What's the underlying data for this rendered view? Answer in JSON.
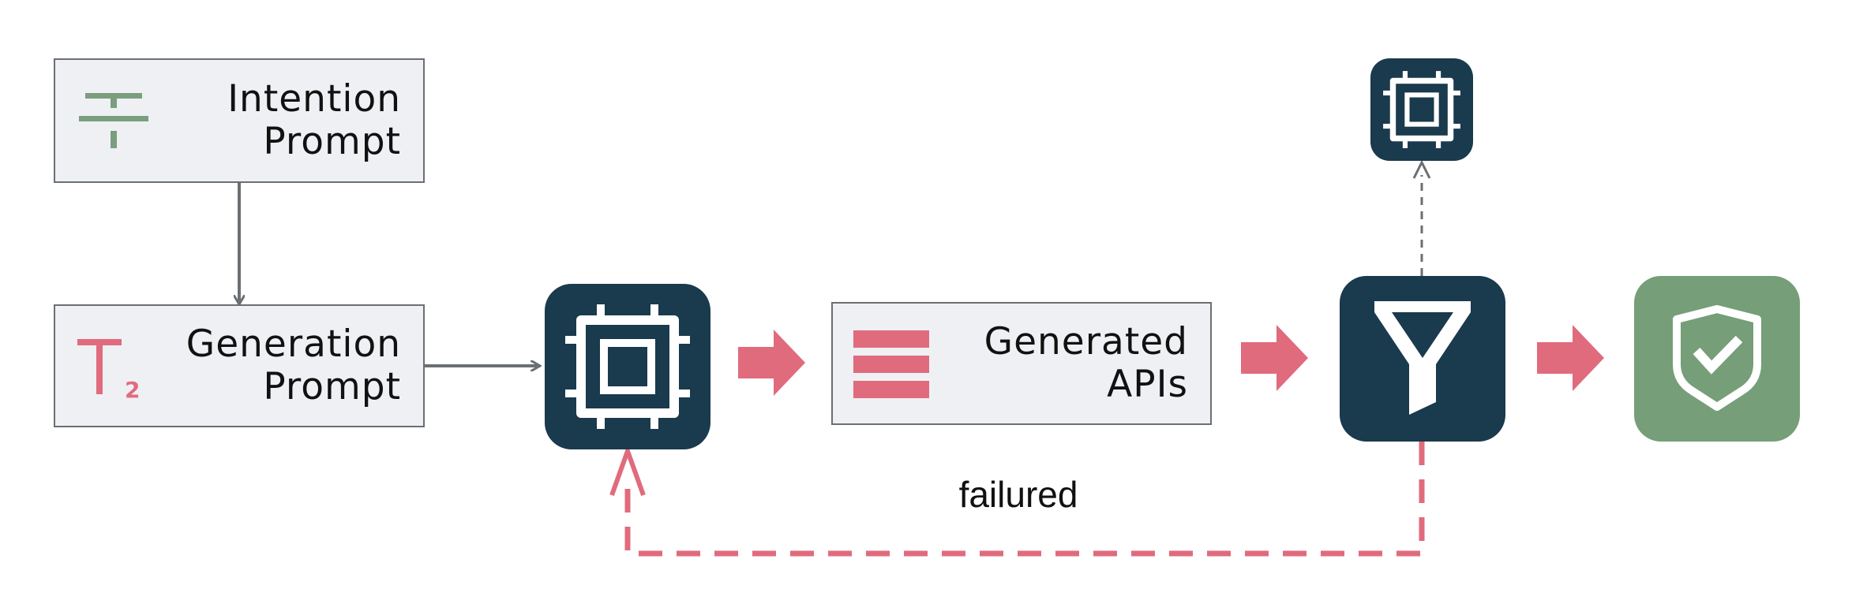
{
  "nodes": {
    "intention_prompt": {
      "line1": "Intention",
      "line2": "Prompt",
      "icon": "text-strike-icon",
      "icon_color": "#7a9e7e"
    },
    "generation_prompt": {
      "line1": "Generation",
      "line2": "Prompt",
      "icon": "text-subscript-icon",
      "icon_color": "#e06b7d"
    },
    "processor": {
      "icon": "chip-icon"
    },
    "generated_apis": {
      "line1": "Generated",
      "line2": "APIs",
      "icon": "list-bars-icon",
      "icon_color": "#e06b7d"
    },
    "filter": {
      "icon": "funnel-icon"
    },
    "processor_small": {
      "icon": "chip-icon"
    },
    "verified": {
      "icon": "shield-check-icon"
    }
  },
  "edges": {
    "failure_label": "failured"
  },
  "colors": {
    "dark_tile": "#1a3a4d",
    "green_tile": "#769e78",
    "accent_pink": "#e06b7d",
    "gray_arrow": "#6b6f73",
    "box_fill": "#eef0f3"
  }
}
